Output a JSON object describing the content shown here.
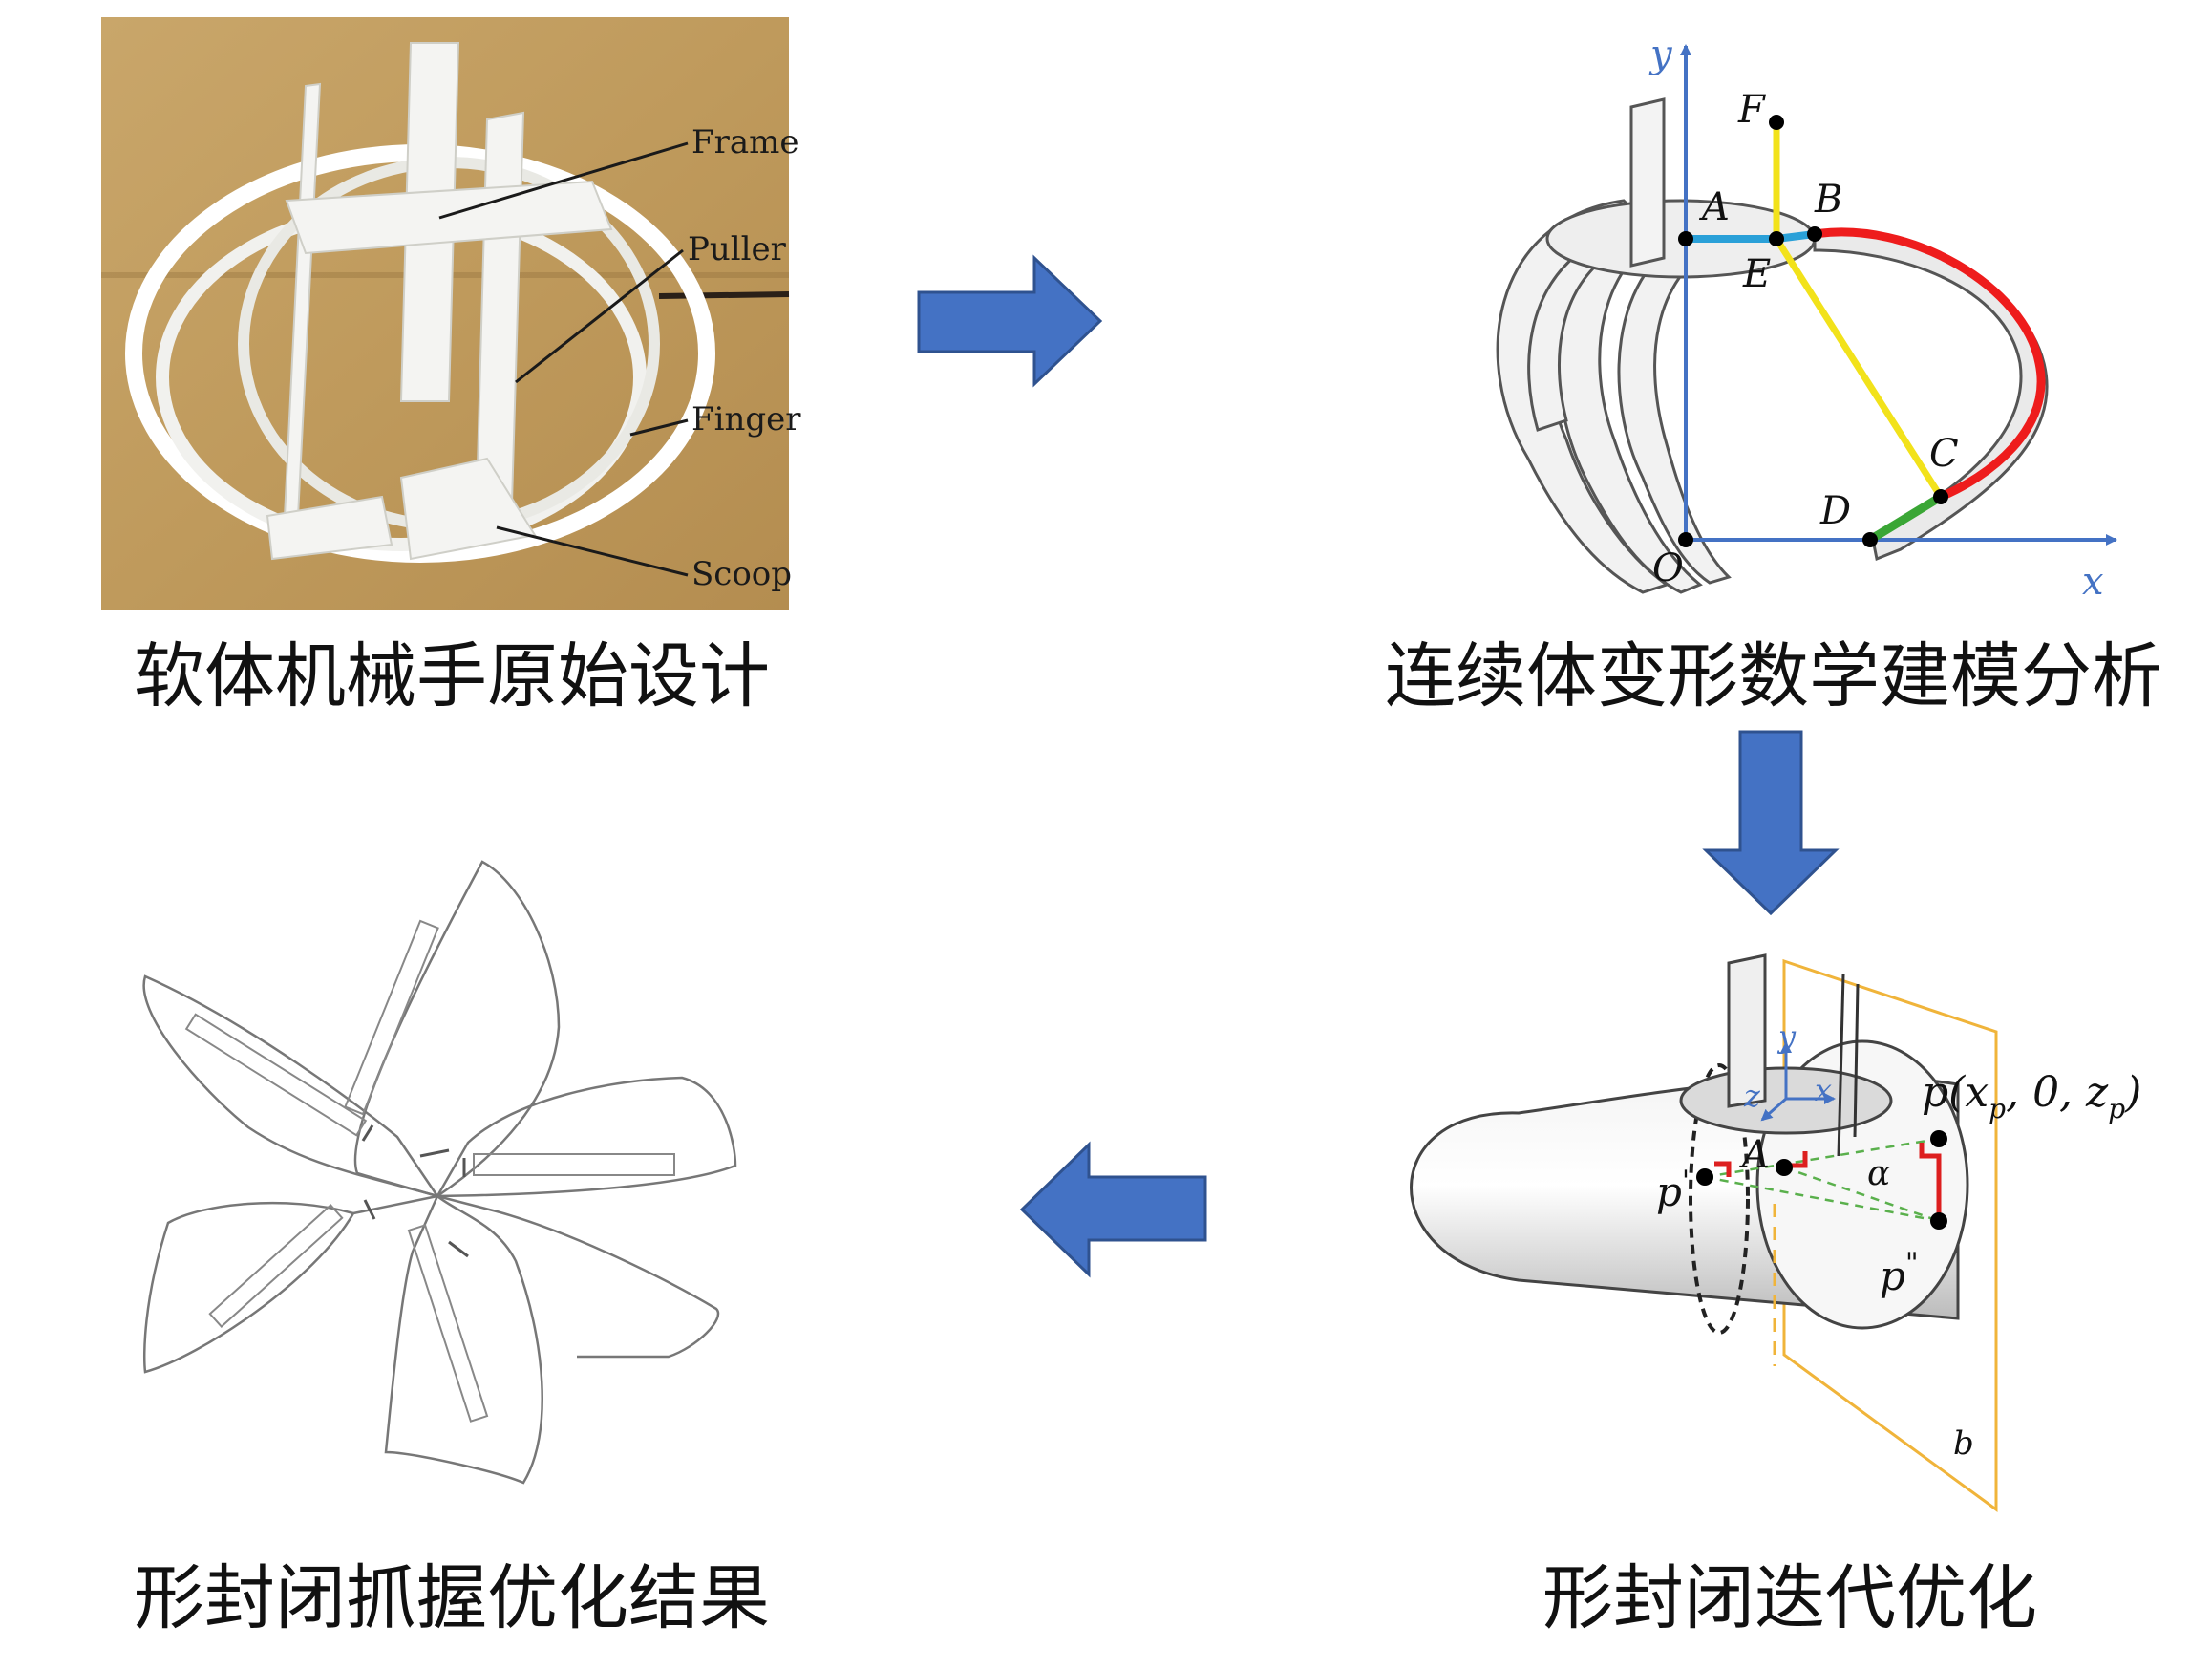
{
  "steps": {
    "original_design": {
      "caption": "软体机械手原始设计",
      "parts": [
        "Frame",
        "Puller",
        "Finger",
        "Scoop"
      ]
    },
    "continuum_modeling": {
      "caption": "连续体变形数学建模分析",
      "axes": {
        "x": "x",
        "y": "y"
      },
      "points": {
        "O": "O",
        "A": "A",
        "B": "B",
        "C": "C",
        "D": "D",
        "E": "E",
        "F": "F"
      }
    },
    "form_closure_iteration": {
      "caption": "形封闭迭代优化",
      "axes": {
        "x": "x",
        "y": "y",
        "z": "z"
      },
      "labels": {
        "p": "p(x",
        "p_sub": "p",
        "p_mid": ", 0, z",
        "p_end": ")",
        "p1": "p",
        "p1_sup": "'",
        "p2": "p",
        "p2_sup": "\"",
        "A": "A",
        "alpha": "α",
        "b": "b"
      }
    },
    "optimized_result": {
      "caption": "形封闭抓握优化结果"
    }
  },
  "colors": {
    "arrow": "#4472c4",
    "axis": "#4472c4",
    "segment_AE": "#2aa0d8",
    "segment_EF_EC": "#f2e21a",
    "segment_BC": "#ee1c1c",
    "segment_CD": "#3aa635",
    "plane": "#f0b43a",
    "marker": "#dd1f1f",
    "dashed": "#5ab04c"
  }
}
